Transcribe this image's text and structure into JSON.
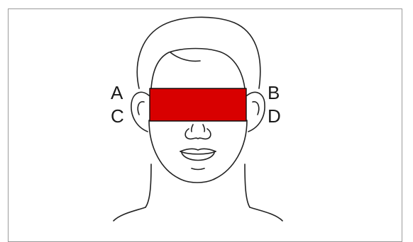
{
  "labels": {
    "a": "A",
    "b": "B",
    "c": "C",
    "d": "D"
  },
  "colors": {
    "blindfold": "#d80000",
    "line": "#222222",
    "border": "#9a9a9a"
  }
}
